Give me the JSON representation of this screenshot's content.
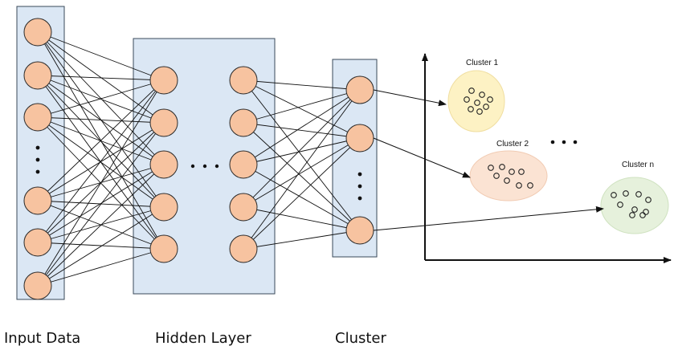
{
  "labels": {
    "input_layer": "Input Data",
    "hidden_layer": "Hidden Layer",
    "cluster_layer": "Cluster"
  },
  "clusters": [
    {
      "name": "Cluster 1",
      "color": "#fdf2c4",
      "stroke": "#f0deA0"
    },
    {
      "name": "Cluster 2",
      "color": "#fbe3d3",
      "stroke": "#f1cbb3"
    },
    {
      "name": "Cluster n",
      "color": "#e6f1dc",
      "stroke": "#cfe2c0"
    }
  ],
  "colors": {
    "layer_box": "#dbe7f4",
    "layer_box_stroke": "#3a4a5a",
    "node_fill": "#f7c3a0",
    "node_stroke": "#2a2a2a",
    "edge": "#111111"
  }
}
